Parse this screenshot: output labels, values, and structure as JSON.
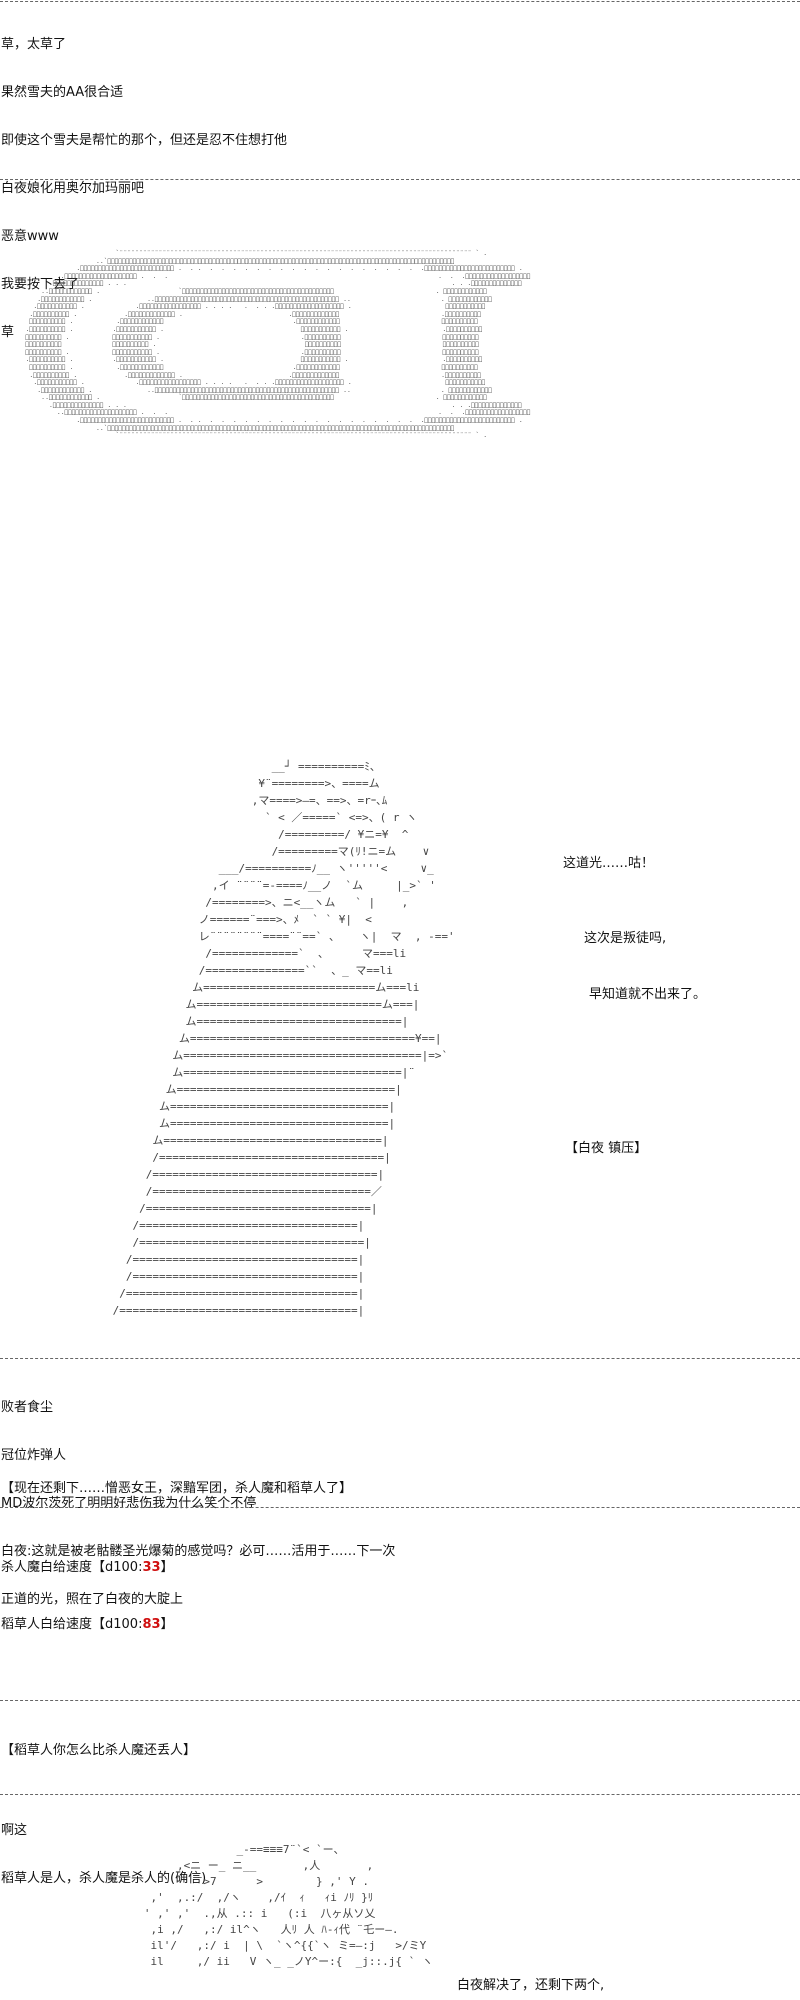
{
  "top_comments": [
    "草，太草了",
    "果然雪夫的AA很合适",
    "即使这个雪夫是帮忙的那个，但还是忍不住想打他",
    "白夜娘化用奥尔加玛丽吧",
    "恶意www",
    "我要按下去了",
    "草"
  ],
  "eye_aa": [
    "                           `¨¨¨¨¨¨¨¨¨¨¨¨¨¨¨¨¨¨¨¨¨¨¨¨¨¨¨¨¨¨¨¨¨¨¨¨¨¨¨¨¨¨¨¨¨¨¨¨¨¨¨¨¨¨¨¨¨¨¨¨¨¨¨¨¨¨¨¨¨¨¨¨¨¨¨¨¨¨¨¨¨¨¨¨¨¨¨¨¨¨ ` .",
    "                      ..`ﾞﾞﾞﾞﾞﾞﾞﾞﾞﾞﾞﾞﾞﾞﾞﾞﾞﾞﾞﾞﾞﾞﾞﾞﾞﾞﾞﾞﾞﾞﾞﾞﾞﾞﾞﾞﾞﾞﾞﾞﾞﾞﾞﾞﾞﾞﾞﾞﾞﾞﾞﾞﾞﾞﾞﾞﾞﾞﾞﾞﾞﾞﾞﾞﾞﾞﾞﾞﾞﾞﾞﾞﾞﾞﾞﾞﾞﾞﾞﾞﾞﾞﾞﾞﾞﾞﾞﾞﾞﾞﾞﾞﾞﾞﾞﾞ",
    "                 .ﾞﾞﾞﾞﾞﾞﾞﾞﾞﾞﾞﾞﾞﾞﾞﾞﾞﾞﾞﾞﾞﾞﾞﾞﾞﾞ .  . .  .  .  .  .  .  .  .  .  .  .  .  .  .  .  .  .  .  .  .ﾞﾞﾞﾞﾞﾞﾞﾞﾞﾞﾞﾞﾞﾞﾞﾞﾞﾞﾞﾞﾞﾞﾞﾞﾞ .",
    "            ..ﾞﾞﾞﾞﾞﾞﾞﾞﾞﾞﾞﾞﾞﾞﾞﾞﾞﾞﾞﾞ .  .  .                                                                     .  .  .ﾞﾞﾞﾞﾞﾞﾞﾞﾞﾞﾞﾞﾞﾞﾞﾞﾞﾞ",
    "          .ﾞﾞﾞﾞﾞﾞﾞﾞﾞﾞﾞﾞﾞﾞ . . .                                                                                   . . .ﾞﾞﾞﾞﾞﾞﾞﾞﾞﾞﾞﾞﾞﾞ",
    "        ..ﾞﾞﾞﾞﾞﾞﾞﾞﾞﾞﾞﾞ .                    `ﾞﾞﾞﾞﾞﾞﾞﾞﾞﾞﾞﾞﾞﾞﾞﾞﾞﾞﾞﾞﾞﾞﾞﾞﾞﾞﾞﾞﾞﾞﾞﾞﾞﾞﾞﾞﾞﾞﾞﾞﾞﾞ                          . ﾞﾞﾞﾞﾞﾞﾞﾞﾞﾞﾞﾞ",
    "       .ﾞﾞﾞﾞﾞﾞﾞﾞﾞﾞﾞﾞ .              ..ﾞﾞﾞﾞﾞﾞﾞﾞﾞﾞﾞﾞﾞﾞﾞﾞﾞﾞﾞﾞﾞﾞﾞﾞﾞﾞﾞﾞﾞﾞﾞﾞﾞﾞﾞﾞﾞﾞﾞﾞﾞﾞﾞﾞﾞﾞﾞﾞﾞﾞﾞ ..                       . ﾞﾞﾞﾞﾞﾞﾞﾞﾞﾞﾞﾞ",
    "      .ﾞﾞﾞﾞﾞﾞﾞﾞﾞﾞﾞ .             .ﾞﾞﾞﾞﾞﾞﾞﾞﾞﾞﾞﾞﾞﾞﾞﾞﾞ . . . .   .  . . .ﾞﾞﾞﾞﾞﾞﾞﾞﾞﾞﾞﾞﾞﾞﾞﾞﾞﾞﾞ .                        ﾞﾞﾞﾞﾞﾞﾞﾞﾞﾞﾞ",
    "     .ﾞﾞﾞﾞﾞﾞﾞﾞﾞﾞ .            .ﾞﾞﾞﾞﾞﾞﾞﾞﾞﾞﾞﾞﾞ .                           .ﾞﾞﾞﾞﾞﾞﾞﾞﾞﾞﾞﾞﾞ                          .ﾞﾞﾞﾞﾞﾞﾞﾞﾞﾞ",
    "     ﾞﾞﾞﾞﾞﾞﾞﾞﾞﾞ .           .ﾞﾞﾞﾞﾞﾞﾞﾞﾞﾞﾞﾞ                                 .ﾞﾞﾞﾞﾞﾞﾞﾞﾞﾞﾞﾞ                          ﾞﾞﾞﾞﾞﾞﾞﾞﾞﾞ",
    "    .ﾞﾞﾞﾞﾞﾞﾞﾞﾞﾞ .          .ﾞﾞﾞﾞﾞﾞﾞﾞﾞﾞﾞ .                                   ﾞﾞﾞﾞﾞﾞﾞﾞﾞﾞﾞ .                        .ﾞﾞﾞﾞﾞﾞﾞﾞﾞﾞ",
    "    ﾞﾞﾞﾞﾞﾞﾞﾞﾞﾞ .           ﾞﾞﾞﾞﾞﾞﾞﾞﾞﾞﾞ .                                    .ﾞﾞﾞﾞﾞﾞﾞﾞﾞﾞ                          ﾞﾞﾞﾞﾞﾞﾞﾞﾞﾞ",
    "    ﾞﾞﾞﾞﾞﾞﾞﾞﾞﾞ             ﾞﾞﾞﾞﾞﾞﾞﾞﾞﾞ .                                      ﾞﾞﾞﾞﾞﾞﾞﾞﾞﾞ                          ﾞﾞﾞﾞﾞﾞﾞﾞﾞﾞ",
    "    ﾞﾞﾞﾞﾞﾞﾞﾞﾞﾞ .           ﾞﾞﾞﾞﾞﾞﾞﾞﾞﾞﾞ .                                    .ﾞﾞﾞﾞﾞﾞﾞﾞﾞﾞ                          ﾞﾞﾞﾞﾞﾞﾞﾞﾞﾞ",
    "    .ﾞﾞﾞﾞﾞﾞﾞﾞﾞﾞ .          .ﾞﾞﾞﾞﾞﾞﾞﾞﾞﾞﾞ .                                   ﾞﾞﾞﾞﾞﾞﾞﾞﾞﾞﾞ .                        .ﾞﾞﾞﾞﾞﾞﾞﾞﾞﾞ",
    "     ﾞﾞﾞﾞﾞﾞﾞﾞﾞﾞ .           .ﾞﾞﾞﾞﾞﾞﾞﾞﾞﾞﾞﾞ                                 .ﾞﾞﾞﾞﾞﾞﾞﾞﾞﾞﾞﾞ                          ﾞﾞﾞﾞﾞﾞﾞﾞﾞﾞ",
    "     .ﾞﾞﾞﾞﾞﾞﾞﾞﾞﾞ .            .ﾞﾞﾞﾞﾞﾞﾞﾞﾞﾞﾞﾞﾞ .                           .ﾞﾞﾞﾞﾞﾞﾞﾞﾞﾞﾞﾞﾞ                          .ﾞﾞﾞﾞﾞﾞﾞﾞﾞﾞ",
    "      .ﾞﾞﾞﾞﾞﾞﾞﾞﾞﾞﾞ .             .ﾞﾞﾞﾞﾞﾞﾞﾞﾞﾞﾞﾞﾞﾞﾞﾞﾞ . . . .   .  . . .ﾞﾞﾞﾞﾞﾞﾞﾞﾞﾞﾞﾞﾞﾞﾞﾞﾞﾞﾞ .                        ﾞﾞﾞﾞﾞﾞﾞﾞﾞﾞﾞ",
    "       .ﾞﾞﾞﾞﾞﾞﾞﾞﾞﾞﾞﾞ .              ..ﾞﾞﾞﾞﾞﾞﾞﾞﾞﾞﾞﾞﾞﾞﾞﾞﾞﾞﾞﾞﾞﾞﾞﾞﾞﾞﾞﾞﾞﾞﾞﾞﾞﾞﾞﾞﾞﾞﾞﾞﾞﾞﾞﾞﾞﾞﾞﾞﾞﾞﾞ ..                       . ﾞﾞﾞﾞﾞﾞﾞﾞﾞﾞﾞﾞ",
    "        ..ﾞﾞﾞﾞﾞﾞﾞﾞﾞﾞﾞﾞ .                    `ﾞﾞﾞﾞﾞﾞﾞﾞﾞﾞﾞﾞﾞﾞﾞﾞﾞﾞﾞﾞﾞﾞﾞﾞﾞﾞﾞﾞﾞﾞﾞﾞﾞﾞﾞﾞﾞﾞﾞﾞﾞﾞ                          . ﾞﾞﾞﾞﾞﾞﾞﾞﾞﾞﾞﾞ",
    "          .ﾞﾞﾞﾞﾞﾞﾞﾞﾞﾞﾞﾞﾞﾞ . . .                                                                                   . . .ﾞﾞﾞﾞﾞﾞﾞﾞﾞﾞﾞﾞﾞﾞ",
    "            ..ﾞﾞﾞﾞﾞﾞﾞﾞﾞﾞﾞﾞﾞﾞﾞﾞﾞﾞﾞﾞ .  .  .                                                                     .  .  .ﾞﾞﾞﾞﾞﾞﾞﾞﾞﾞﾞﾞﾞﾞﾞﾞﾞﾞ",
    "                 .ﾞﾞﾞﾞﾞﾞﾞﾞﾞﾞﾞﾞﾞﾞﾞﾞﾞﾞﾞﾞﾞﾞﾞﾞﾞﾞ .  . .  .  .  .  .  .  .  .  .  .  .  .  .  .  .  .  .  .  .  .ﾞﾞﾞﾞﾞﾞﾞﾞﾞﾞﾞﾞﾞﾞﾞﾞﾞﾞﾞﾞﾞﾞﾞﾞﾞ .",
    "                      ..`ﾞﾞﾞﾞﾞﾞﾞﾞﾞﾞﾞﾞﾞﾞﾞﾞﾞﾞﾞﾞﾞﾞﾞﾞﾞﾞﾞﾞﾞﾞﾞﾞﾞﾞﾞﾞﾞﾞﾞﾞﾞﾞﾞﾞﾞﾞﾞﾞﾞﾞﾞﾞﾞﾞﾞﾞﾞﾞﾞﾞﾞﾞﾞﾞﾞﾞﾞﾞﾞﾞﾞﾞﾞﾞﾞﾞﾞﾞﾞﾞﾞﾞﾞﾞﾞﾞﾞﾞﾞﾞﾞﾞﾞﾞﾞﾞ",
    "                           `¨¨¨¨¨¨¨¨¨¨¨¨¨¨¨¨¨¨¨¨¨¨¨¨¨¨¨¨¨¨¨¨¨¨¨¨¨¨¨¨¨¨¨¨¨¨¨¨¨¨¨¨¨¨¨¨¨¨¨¨¨¨¨¨¨¨¨¨¨¨¨¨¨¨¨¨¨¨¨¨¨¨¨¨¨¨¨¨¨¨ ` ."
  ],
  "figure_aa": [
    "                         __┘ ==========ﾐ、",
    "                       ¥¨========>、====ム",
    "                      ,マ====>―=、==>、=rｰ､ﾑ",
    "                        ` < ／=====` <=>、( r ヽ",
    "                          /=========/ ¥ニ=¥  ^",
    "                         /=========マ(ﾘ!ニ=ム    ∨",
    "                 ___/==========ﾉ__ ヽ'''''<     ∨_",
    "                ,イ ¨¨¨¨=-====ﾉ__ノ  `ム     |_>` '",
    "               /========>、ニ<__ヽム   ` |    ,",
    "              ノ======¨===>、ﾒ  ` ` ¥|  <",
    "              レ¨¨¨¨¨¨¨¨====¨¨==` 、   ヽ|  マ  , -=='",
    "               /=============`  、     マ===li",
    "              /===============``  、_ マ==li",
    "             ム==========================ム===li",
    "            ム============================ム===|",
    "            ム===============================|",
    "           ム==================================¥==|",
    "          ム====================================|=>`",
    "          ム=================================|¨",
    "         ム=================================|",
    "        ム=================================|",
    "        ム=================================|",
    "       ム=================================|",
    "       /==================================|",
    "      /==================================|",
    "      /=================================／",
    "     /==================================|",
    "    /=================================|",
    "    /==================================|",
    "   /==================================|",
    "   /==================================|",
    "  /===================================|",
    " /====================================|"
  ],
  "side_text": {
    "line1": "这道光……咕！",
    "line2": "这次是叛徒吗,",
    "line3": "早知道就不出来了。",
    "label": "【白夜 镇压】"
  },
  "middle_comments": [
    "败者食尘",
    "冠位炸弹人",
    "MD波尔茨死了明明好悲伤我为什么笑个不停",
    "白夜:这就是被老骷髅圣光爆菊的感觉吗？必可……活用于……下一次",
    "正道的光，照在了白夜的大腚上"
  ],
  "remaining_line": "【现在还剩下……憎恶女王，深黯军团，杀人魔和稻草人了】",
  "dice": [
    {
      "label": "杀人魔白给速度【d100:",
      "value": "33",
      "close": "】"
    },
    {
      "label": "稻草人白给速度【d100:",
      "value": "83",
      "close": "】"
    }
  ],
  "bottom_comments": [
    "【稻草人你怎么比杀人魔还丢人】",
    "",
    "啊这",
    "稻草人是人，杀人魔是杀人的(确信)"
  ],
  "bottom_aa": [
    "                                 _-==≡≡≡7¨`< `ー、",
    "                        ,<ニ ー_ ニ__       ,人       ,",
    "                        ¨  ̄ >7      >        } ,' Y .",
    "                    ,'  ,.:/  ,/ヽ    ,/ｲ  ｨ   ｨi ﾉﾘ }ﾘ",
    "                   ' ,' ,'  .,从 .:: i   (:i  八ヶ从ソ乂",
    "                    ,i ,/   ,:/ il^ヽ   人ﾘ 人 ﾊ-ｨ代 ¨乇ー―.",
    "                    il'/   ,:/ i  | \\  `ヽ^{{`ヽ ミ=—:j   >/ミY",
    "                    il     ,/ ii   V ヽ_ _ノY^ー:{  _j::.j{ ` ヽ"
  ],
  "bottom_side_text": "白夜解决了，还剩下两个,"
}
